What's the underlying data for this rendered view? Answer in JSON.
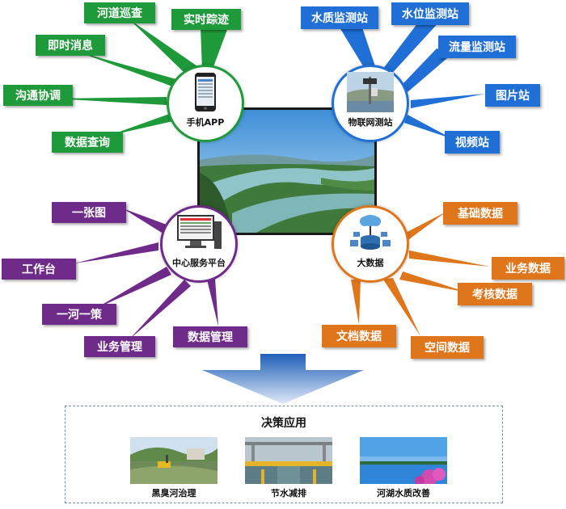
{
  "hubs": {
    "mobile_app": "手机APP",
    "iot_station": "物联网测站",
    "central_platform": "中心服务平台",
    "big_data": "大数据"
  },
  "tags": {
    "river_patrol": "河道巡查",
    "realtime_track": "实时踪迹",
    "instant_message": "即时消息",
    "coordination": "沟通协调",
    "data_query": "数据查询",
    "water_quality_station": "水质监测站",
    "water_level_station": "水位监测站",
    "flow_station": "流量监测站",
    "picture_station": "图片站",
    "video_station": "视频站",
    "one_map": "一张图",
    "workbench": "工作台",
    "one_river_one_policy": "一河一策",
    "business_management": "业务管理",
    "data_management": "数据管理",
    "basic_data": "基础数据",
    "business_data": "业务数据",
    "assessment_data": "考核数据",
    "document_data": "文档数据",
    "spatial_data": "空间数据"
  },
  "decision": {
    "title": "决策应用",
    "applications": [
      {
        "label": "黑臭河治理"
      },
      {
        "label": "节水减排"
      },
      {
        "label": "河湖水质改善"
      }
    ]
  },
  "colors": {
    "green": "#1f9a3a",
    "blue": "#1f6fd6",
    "purple": "#6f2b8a",
    "orange": "#e0761c"
  },
  "icons": [
    "smartphone-icon",
    "monitoring-station-icon",
    "server-computer-icon",
    "cloud-database-icon",
    "down-arrow-icon"
  ]
}
